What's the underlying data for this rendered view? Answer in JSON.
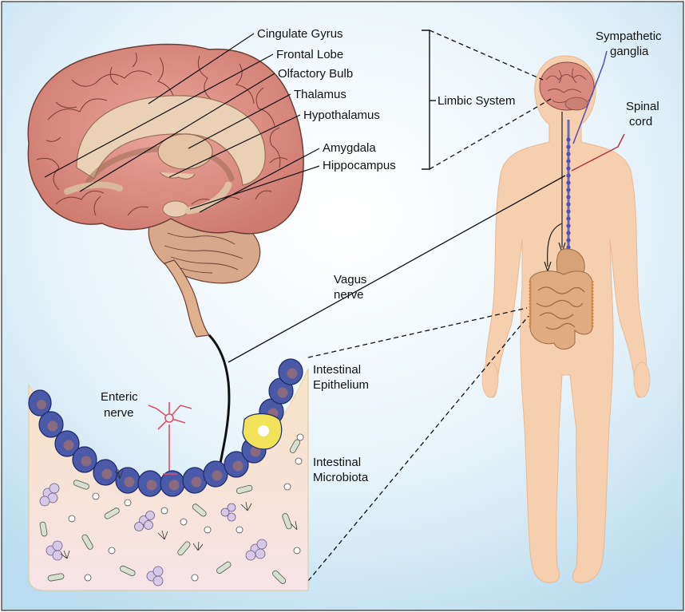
{
  "labels": {
    "cingulate_gyrus": "Cingulate Gyrus",
    "frontal_lobe": "Frontal Lobe",
    "olfactory_bulb": "Olfactory Bulb",
    "thalamus": "Thalamus",
    "hypothalamus": "Hypothalamus",
    "amygdala": "Amygdala",
    "hippocampus": "Hippocampus",
    "limbic_system": "Limbic System",
    "sympathetic_1": "Sympathetic",
    "sympathetic_2": "ganglia",
    "spinal_1": "Spinal",
    "spinal_2": "cord",
    "vagus_1": "Vagus",
    "vagus_2": "nerve",
    "enteric_1": "Enteric",
    "enteric_2": "nerve",
    "epithelium_1": "Intestinal",
    "epithelium_2": "Epithelium",
    "microbiota_1": "Intestinal",
    "microbiota_2": "Microbiota"
  },
  "colors": {
    "brain": "#d98a7e",
    "brain_inner": "#ead1b5",
    "body": "#f6cfae",
    "gut": "#d8a278",
    "epithelial_cell": "#3f4f9b",
    "goblet_cell": "#f2e25a",
    "enteric_nerve": "#d9536a",
    "lumen": "#f5e6cf",
    "sympathetic_line": "#4f4fb8",
    "spinal_line": "#b4333e"
  }
}
